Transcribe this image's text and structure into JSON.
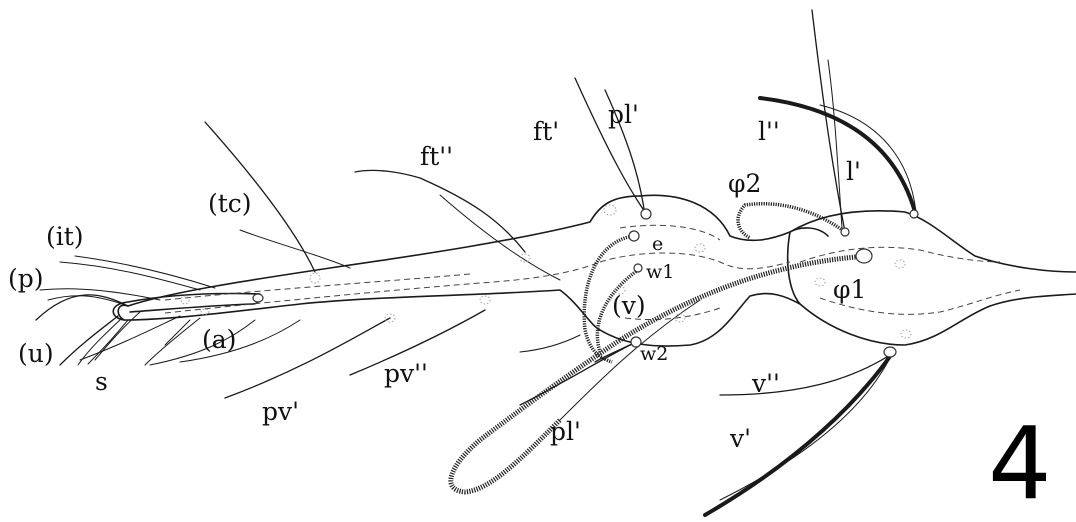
{
  "figure_number": "4",
  "labels": {
    "it": "(it)",
    "p": "(p)",
    "u": "(u)",
    "s": "s",
    "a": "(a)",
    "tc": "(tc)",
    "pv1": "pv'",
    "pv2": "pv''",
    "ft2": "ft''",
    "ft1": "ft'",
    "pl1_top": "pl'",
    "e": "e",
    "w1": "w1",
    "v": "(v)",
    "w2": "w2",
    "pl1_bottom": "pl'",
    "phi2": "φ2",
    "phi1": "φ1",
    "l2": "l''",
    "l1": "l'",
    "v2": "v''",
    "v1": "v'"
  }
}
